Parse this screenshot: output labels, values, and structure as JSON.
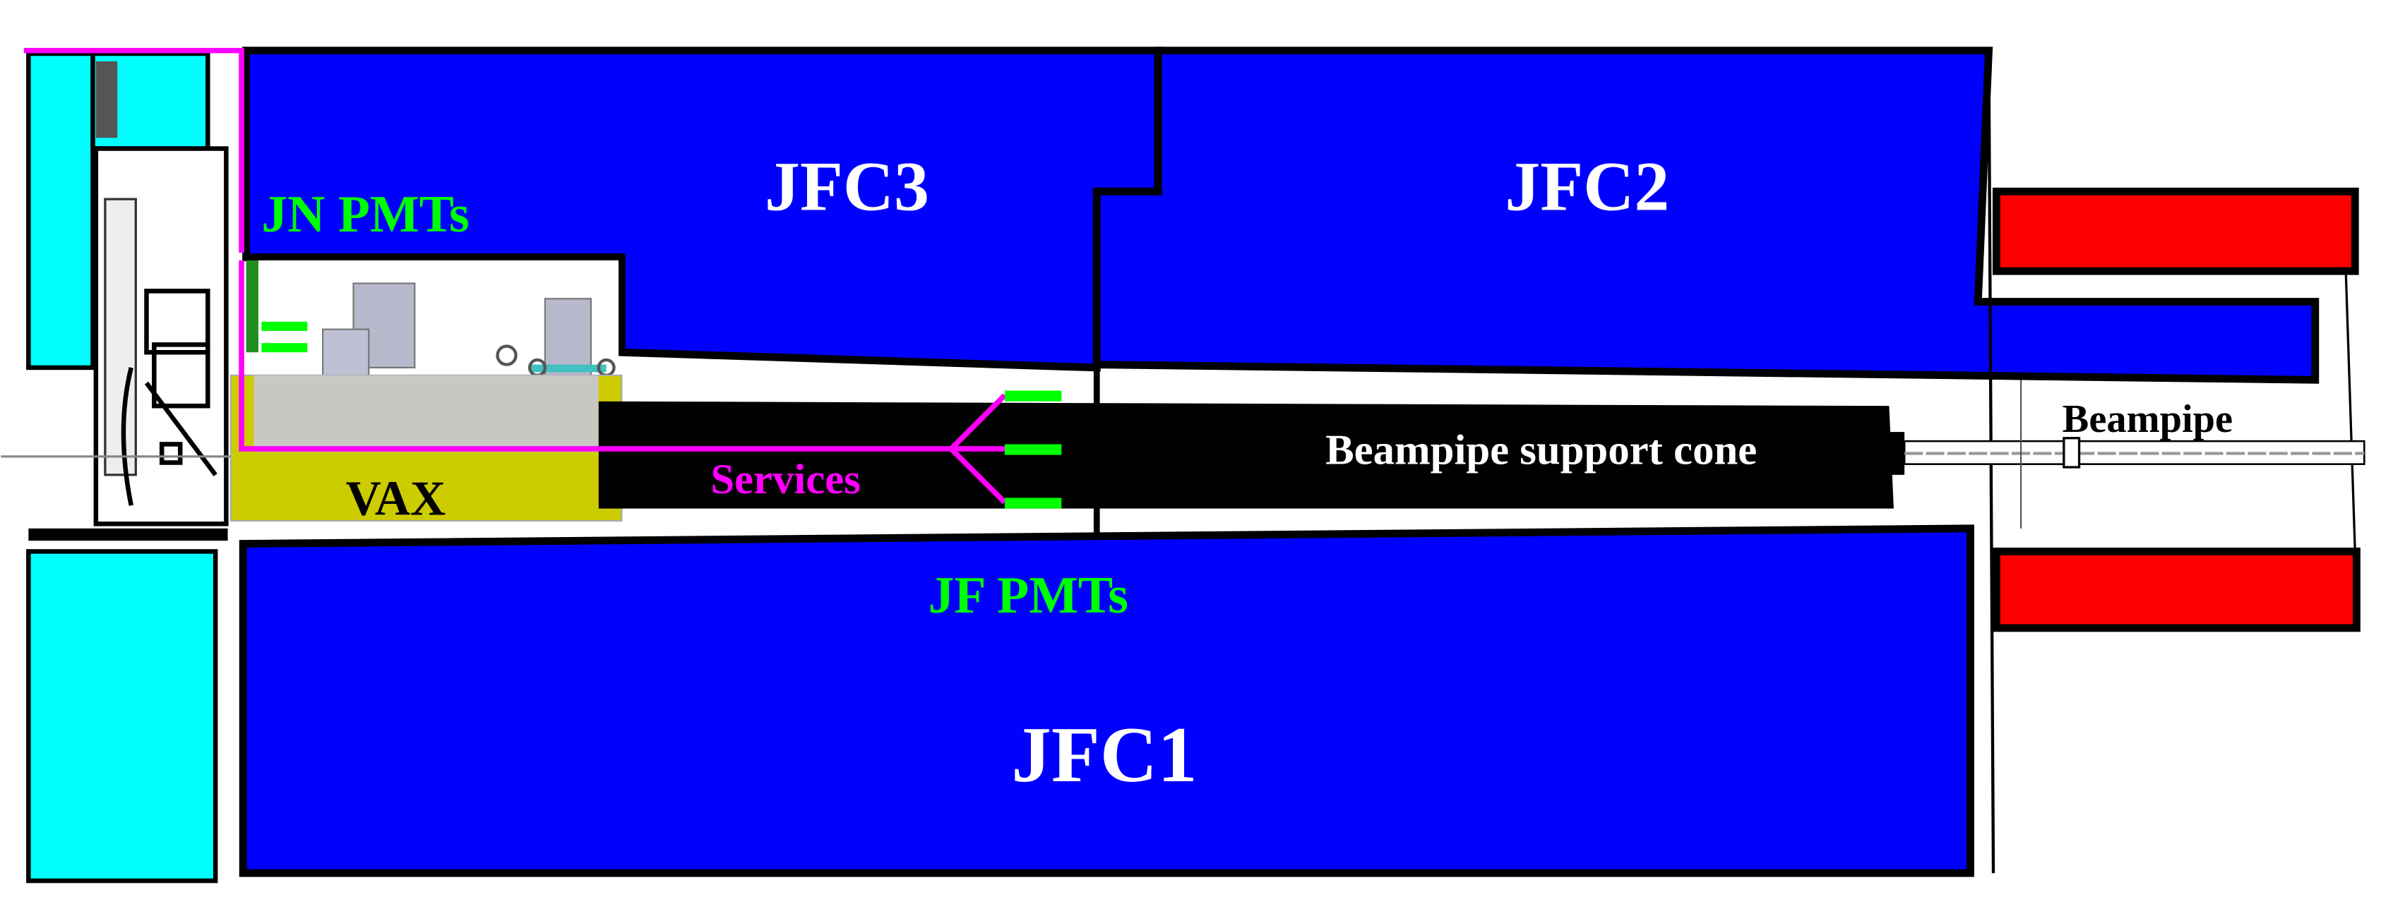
{
  "labels": {
    "jfc3": "JFC3",
    "jfc2": "JFC2",
    "jfc1": "JFC1",
    "jn_pmts": "JN PMTs",
    "jf_pmts": "JF PMTs",
    "services": "Services",
    "vax": "VAX",
    "support_cone": "Beampipe support cone",
    "beampipe": "Beampipe"
  },
  "colors": {
    "jfc_blue": "#0000ff",
    "red_block": "#ff0000",
    "cyan_block": "#00ffff",
    "vax_yellow": "#cccc00",
    "pmt_green": "#00ff00",
    "pmt_dark_green": "#228b22",
    "services_magenta": "#ff00ff",
    "outline": "#000000"
  }
}
